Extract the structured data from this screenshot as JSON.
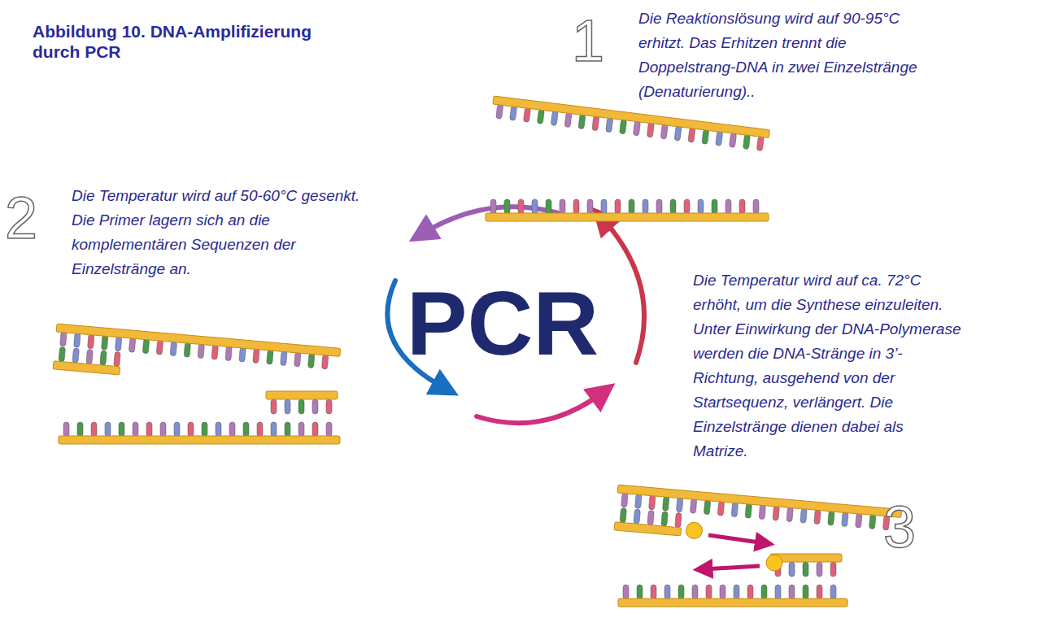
{
  "diagram": {
    "title": "Abbildung 10. DNA-Amplifizierung durch PCR",
    "labels": [
      "1",
      "Die Reaktionslösung wird auf 90-95°C erhitzt. Das Erhitzen trennt die Doppelstrang-DNA in zwei Einzelstränge (Denaturierung)..",
      "2",
      "Die Temperatur wird auf 50-60°C gesenkt. Die Primer lagern sich an die komplementären Sequenzen der Einzelstränge an.",
      "PCR",
      "Die Temperatur wird auf ca. 72°C erhöht, um die Synthese einzuleiten. Unter Einwirkung der DNA-Polymerase werden die DNA-Stränge in 3’-Richtung, ausgehend von der Startsequenz, verlängert. Die Einzelstränge dienen dabei als Matrize.",
      "3"
    ]
  }
}
